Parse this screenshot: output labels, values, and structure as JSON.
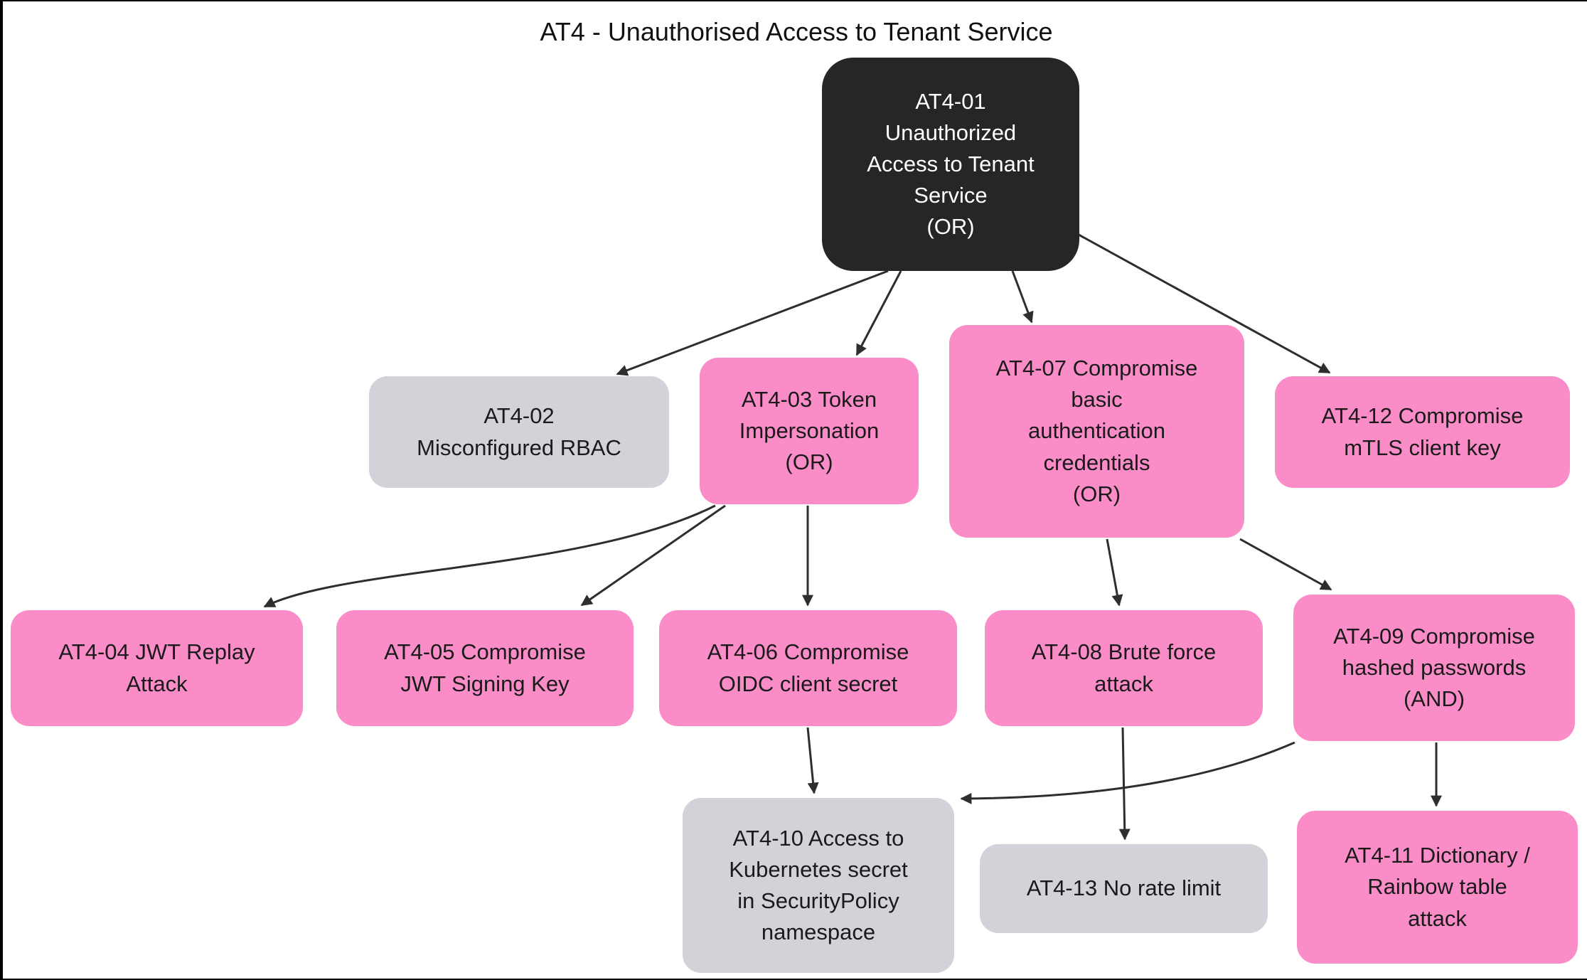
{
  "diagram": {
    "title": "AT4 - Unauthorised Access to Tenant Service",
    "colors": {
      "root-fill": "#262626",
      "root-text": "#ffffff",
      "attack-fill": "#fa8dc7",
      "neutral-fill": "#d2d3d8",
      "node-text": "#1a1a1a",
      "edge": "#2e2e2e",
      "background": "#ffffff"
    },
    "nodes": [
      {
        "id": "AT4-01",
        "style": "root",
        "label": "AT4-01\nUnauthorized\nAccess to Tenant\nService\n(OR)"
      },
      {
        "id": "AT4-02",
        "style": "neutral",
        "label": "AT4-02\nMisconfigured RBAC"
      },
      {
        "id": "AT4-03",
        "style": "attack",
        "label": "AT4-03 Token\nImpersonation\n(OR)"
      },
      {
        "id": "AT4-07",
        "style": "attack",
        "label": "AT4-07 Compromise\nbasic\nauthentication\ncredentials\n(OR)"
      },
      {
        "id": "AT4-12",
        "style": "attack",
        "label": "AT4-12 Compromise\nmTLS client key"
      },
      {
        "id": "AT4-04",
        "style": "attack",
        "label": "AT4-04 JWT Replay\nAttack"
      },
      {
        "id": "AT4-05",
        "style": "attack",
        "label": "AT4-05 Compromise\nJWT Signing Key"
      },
      {
        "id": "AT4-06",
        "style": "attack",
        "label": "AT4-06 Compromise\nOIDC client secret"
      },
      {
        "id": "AT4-08",
        "style": "attack",
        "label": "AT4-08 Brute force\nattack"
      },
      {
        "id": "AT4-09",
        "style": "attack",
        "label": "AT4-09 Compromise\nhashed passwords\n(AND)"
      },
      {
        "id": "AT4-10",
        "style": "neutral",
        "label": "AT4-10 Access to\nKubernetes secret\nin SecurityPolicy\nnamespace"
      },
      {
        "id": "AT4-13",
        "style": "neutral",
        "label": "AT4-13 No rate limit"
      },
      {
        "id": "AT4-11",
        "style": "attack",
        "label": "AT4-11 Dictionary /\nRainbow table\nattack"
      }
    ],
    "edges": [
      {
        "from": "AT4-01",
        "to": "AT4-02"
      },
      {
        "from": "AT4-01",
        "to": "AT4-03"
      },
      {
        "from": "AT4-01",
        "to": "AT4-07"
      },
      {
        "from": "AT4-01",
        "to": "AT4-12"
      },
      {
        "from": "AT4-03",
        "to": "AT4-04"
      },
      {
        "from": "AT4-03",
        "to": "AT4-05"
      },
      {
        "from": "AT4-03",
        "to": "AT4-06"
      },
      {
        "from": "AT4-07",
        "to": "AT4-08"
      },
      {
        "from": "AT4-07",
        "to": "AT4-09"
      },
      {
        "from": "AT4-06",
        "to": "AT4-10"
      },
      {
        "from": "AT4-08",
        "to": "AT4-13"
      },
      {
        "from": "AT4-09",
        "to": "AT4-10"
      },
      {
        "from": "AT4-09",
        "to": "AT4-11"
      }
    ]
  }
}
